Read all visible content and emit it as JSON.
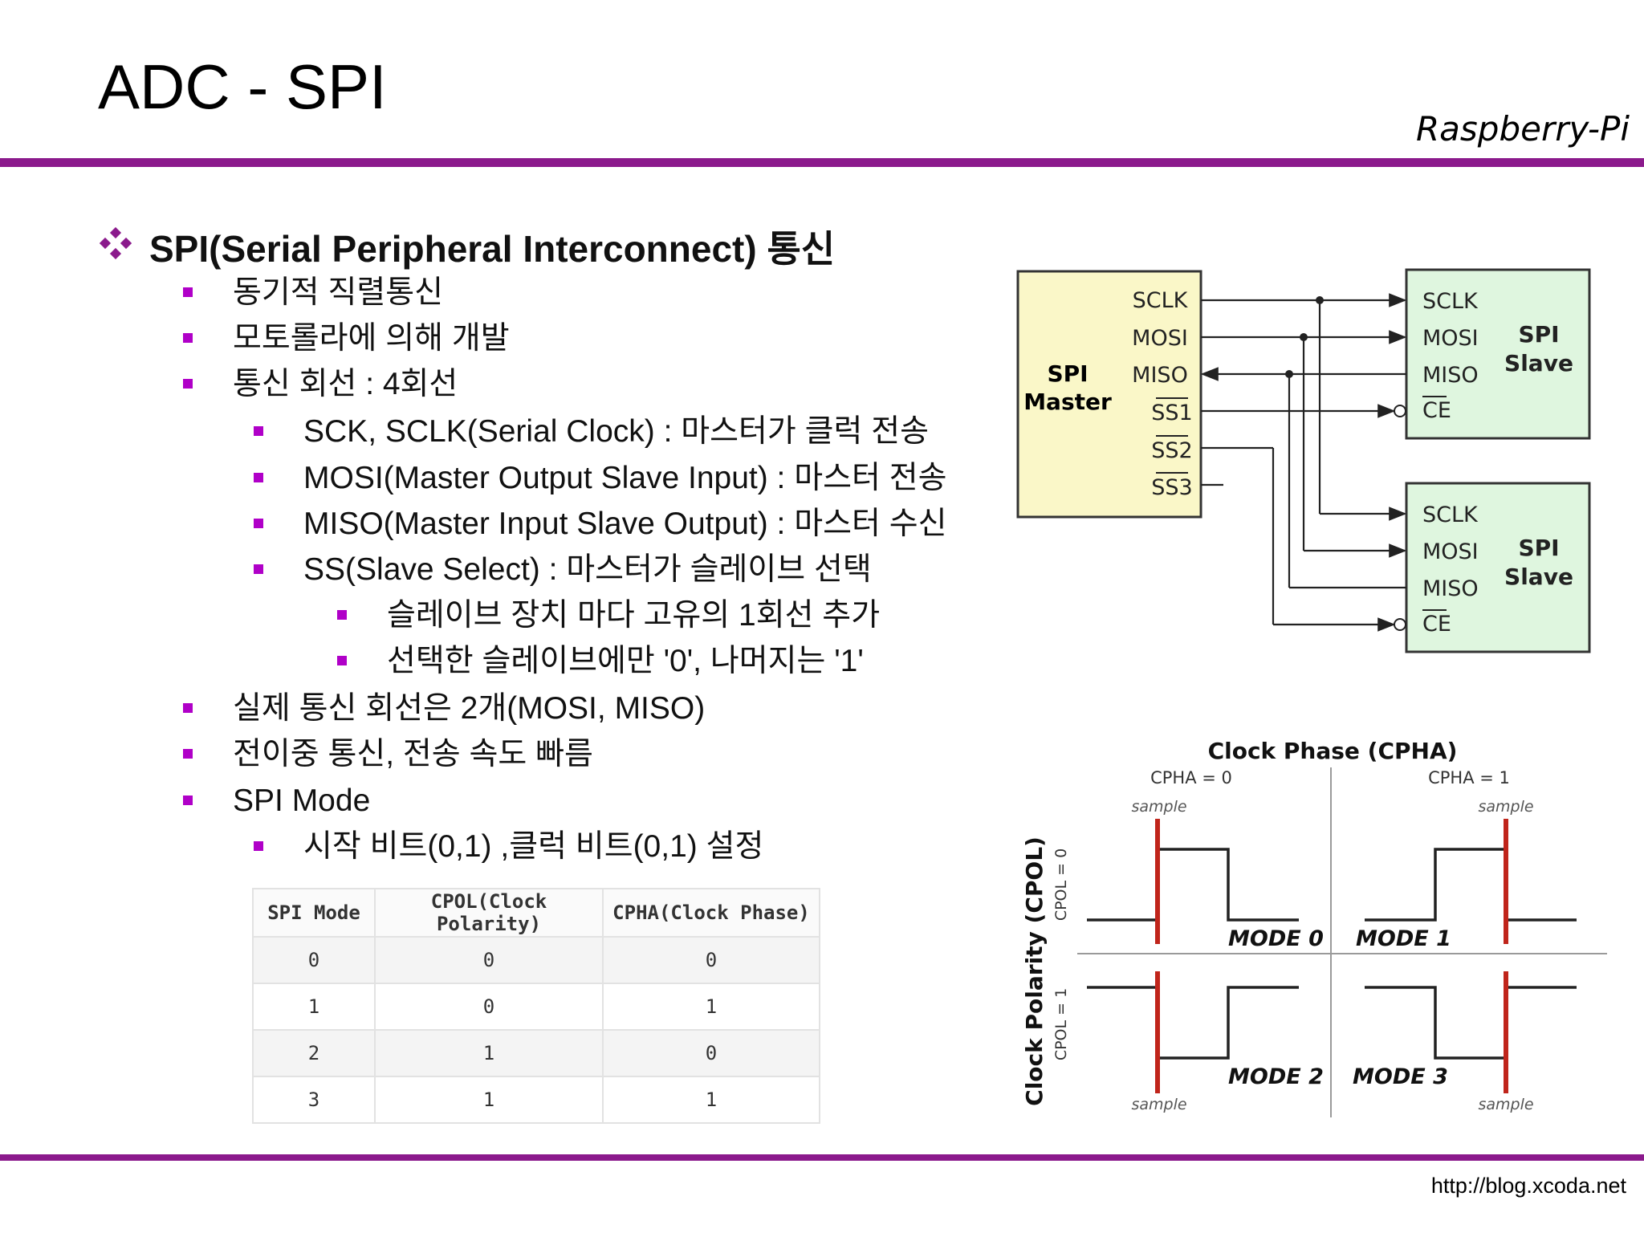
{
  "slide": {
    "title": "ADC - SPI",
    "brand": "Raspberry-Pi",
    "footer": "http://blog.xcoda.net",
    "heading_icon": "diamond-cluster-icon",
    "heading": "SPI(Serial Peripheral Interconnect) 통신",
    "accent_color": "#8b1a8c",
    "bullet_color": "#b000c8"
  },
  "bullets": [
    {
      "level": 1,
      "text": "동기적 직렬통신"
    },
    {
      "level": 1,
      "text": "모토롤라에 의해 개발"
    },
    {
      "level": 1,
      "text": "통신  회선 : 4회선"
    },
    {
      "level": 2,
      "text": "SCK, SCLK(Serial Clock) : 마스터가 클럭 전송"
    },
    {
      "level": 2,
      "text": "MOSI(Master Output Slave Input) : 마스터 전송"
    },
    {
      "level": 2,
      "text": "MISO(Master Input Slave Output) : 마스터 수신"
    },
    {
      "level": 2,
      "text": "SS(Slave Select) : 마스터가 슬레이브 선택"
    },
    {
      "level": 3,
      "text": "슬레이브 장치 마다 고유의 1회선 추가"
    },
    {
      "level": 3,
      "text": "선택한 슬레이브에만 '0', 나머지는 '1'"
    },
    {
      "level": 1,
      "text": "실제 통신 회선은 2개(MOSI, MISO)"
    },
    {
      "level": 1,
      "text": "전이중 통신, 전송 속도 빠름"
    },
    {
      "level": 1,
      "text": "SPI Mode"
    },
    {
      "level": 2,
      "text": "시작 비트(0,1) ,클럭 비트(0,1) 설정"
    }
  ],
  "mode_table": {
    "headers": [
      "SPI Mode",
      "CPOL(Clock Polarity)",
      "CPHA(Clock Phase)"
    ],
    "rows": [
      [
        "0",
        "0",
        "0"
      ],
      [
        "1",
        "0",
        "1"
      ],
      [
        "2",
        "1",
        "0"
      ],
      [
        "3",
        "1",
        "1"
      ]
    ]
  },
  "bus_diagram": {
    "master": {
      "line1": "SPI",
      "line2": "Master",
      "fill": "#faf7c8"
    },
    "master_pins": [
      "SCLK",
      "MOSI",
      "MISO",
      "SS1",
      "SS2",
      "SS3"
    ],
    "slaves": [
      {
        "line1": "SPI",
        "line2": "Slave",
        "pins": [
          "SCLK",
          "MOSI",
          "MISO",
          "CE"
        ]
      },
      {
        "line1": "SPI",
        "line2": "Slave",
        "pins": [
          "SCLK",
          "MOSI",
          "MISO",
          "CE"
        ]
      }
    ],
    "slave_fill": "#dff6df"
  },
  "timing_diagram": {
    "title": "Clock Phase (CPHA)",
    "cpha0": "CPHA = 0",
    "cpha1": "CPHA = 1",
    "ylabel": "Clock Polarity (CPOL)",
    "cpol0": "CPOL = 0",
    "cpol1": "CPOL = 1",
    "sample": "sample",
    "modes": [
      "MODE 0",
      "MODE 1",
      "MODE 2",
      "MODE 3"
    ],
    "sample_color": "#c0251b"
  }
}
